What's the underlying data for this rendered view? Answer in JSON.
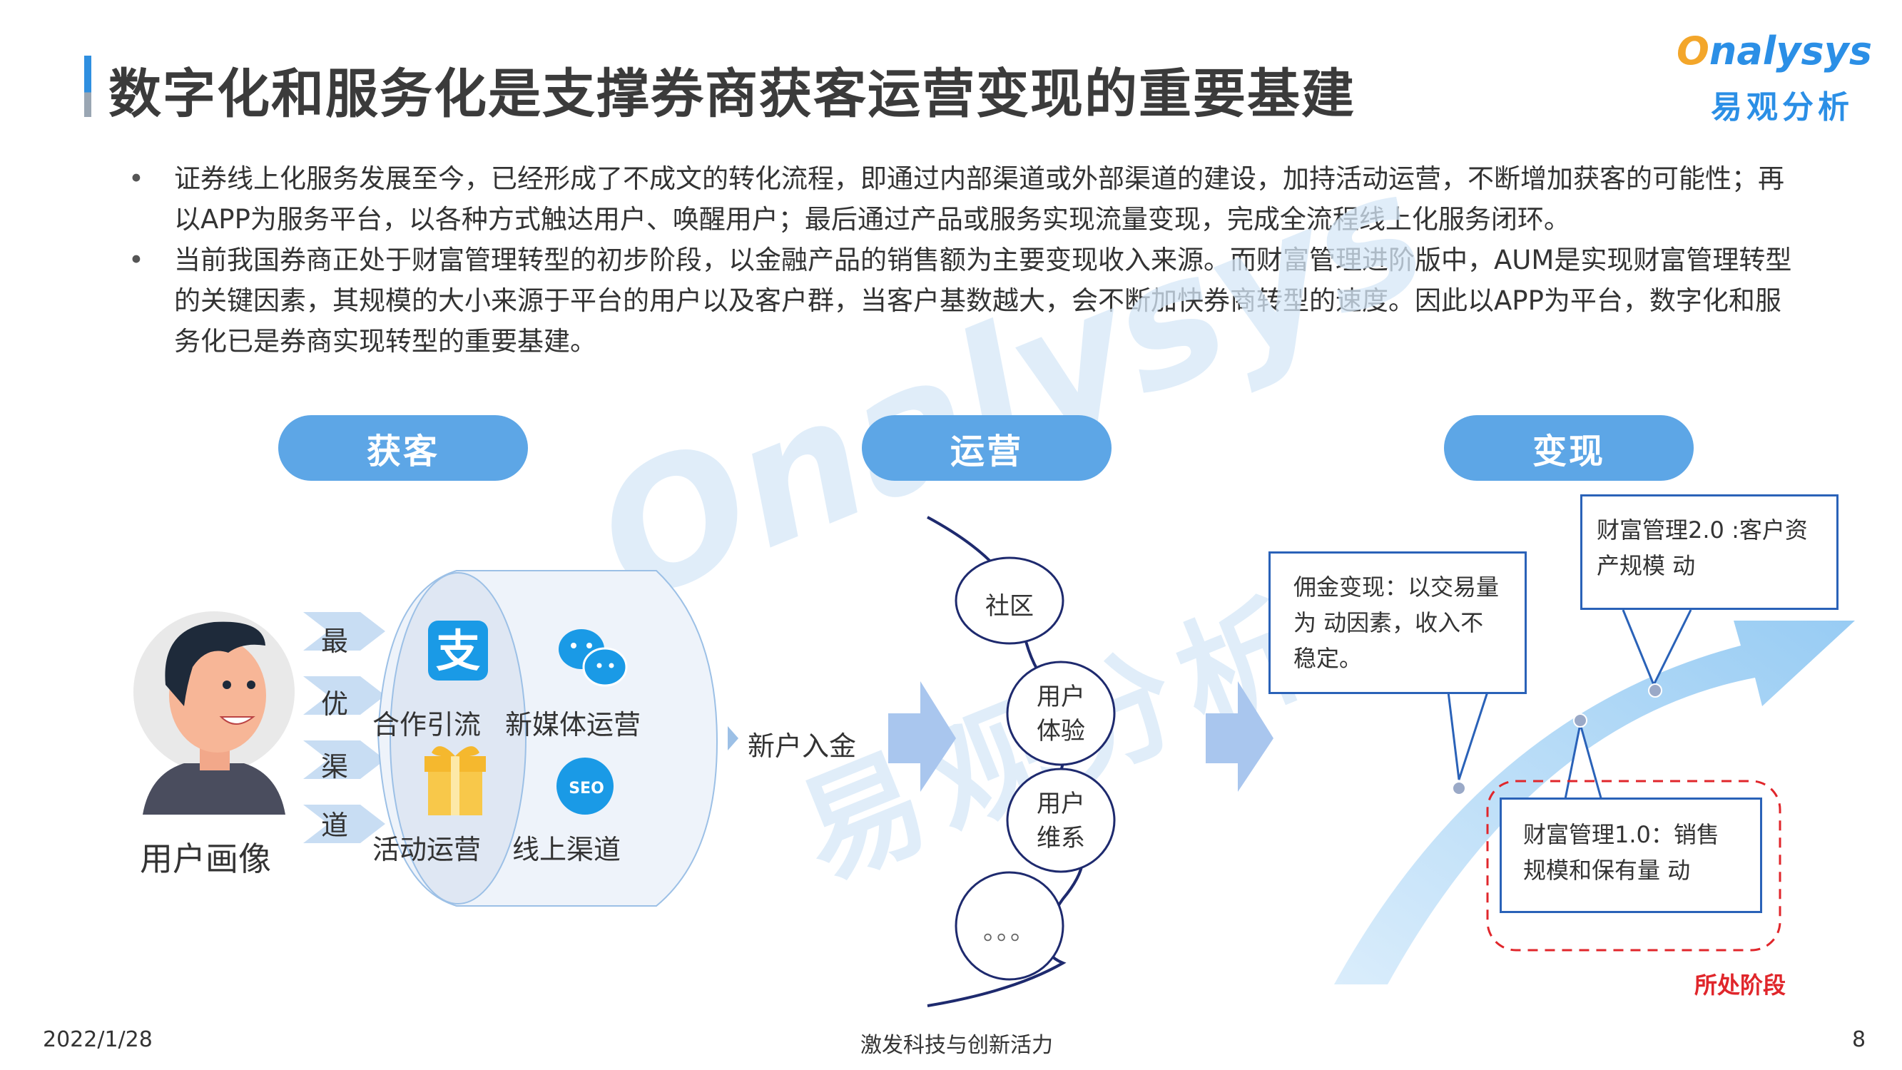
{
  "header": {
    "title": "数字化和服务化是支撑券商获客运营变现的重要基建",
    "logo_en": "nalysys",
    "logo_cn": "易观分析"
  },
  "bullets": [
    "证券线上化服务发展至今，已经形成了不成文的转化流程，即通过内部渠道或外部渠道的建设，加持活动运营，不断增加获客的可能性；再以APP为服务平台，以各种方式触达用户、唤醒用户；最后通过产品或服务实现流量变现，完成全流程线上化服务闭环。",
    "当前我国券商正处于财富管理转型的初步阶段，以金融产品的销售额为主要变现收入来源。而财富管理进阶版中，AUM是实现财富管理转型的关键因素，其规模的大小来源于平台的用户以及客户群，当客户基数越大，会不断加快券商转型的速度。因此以APP为平台，数字化和服务化已是券商实现转型的重要基建。"
  ],
  "stages": {
    "acquire": "获客",
    "operate": "运营",
    "monetize": "变现"
  },
  "acquire": {
    "user_profile": "用户画像",
    "channel_chars": [
      "最",
      "优",
      "渠",
      "道"
    ],
    "channels": [
      "合作引流",
      "新媒体运营",
      "活动运营",
      "线上渠道"
    ],
    "seo_text": "SEO",
    "new_user": "新户入金"
  },
  "operate": {
    "nodes": [
      "社区",
      "用户体验",
      "用户维系",
      "。。。"
    ]
  },
  "monetize": {
    "box_commission": "佣金变现：以交易量为    动因素，收入不稳定。",
    "box_wealth2": "财富管理2.0  :客户资产规模    动",
    "box_wealth1": "财富管理1.0：销售规模和保有量    动",
    "current_stage": "所处阶段"
  },
  "footer": {
    "date": "2022/1/28",
    "slogan": "激发科技与创新活力",
    "page": "8"
  },
  "colors": {
    "accent_blue": "#2b8fe6",
    "pill_blue": "#5da6e6",
    "box_border": "#2a62b8",
    "current_stage_red": "#e0262b"
  }
}
